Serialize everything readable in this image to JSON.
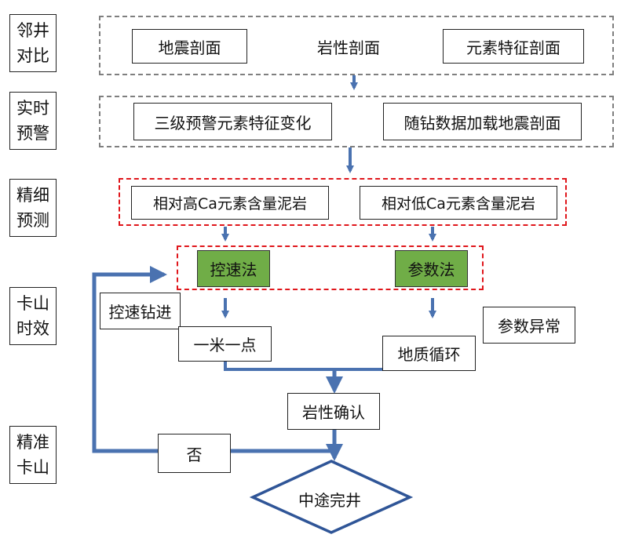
{
  "side_labels": [
    {
      "line1": "邻井",
      "line2": "对比"
    },
    {
      "line1": "实时",
      "line2": "预警"
    },
    {
      "line1": "精细",
      "line2": "预测"
    },
    {
      "line1": "卡山",
      "line2": "时效"
    },
    {
      "line1": "精准",
      "line2": "卡山"
    }
  ],
  "row1": [
    "地震剖面",
    "岩性剖面",
    "元素特征剖面"
  ],
  "row2": [
    "三级预警元素特征变化",
    "随钻数据加载地震剖面"
  ],
  "row3": [
    "相对高Ca元素含量泥岩",
    "相对低Ca元素含量泥岩"
  ],
  "row4": [
    "控速法",
    "参数法"
  ],
  "notes": {
    "left": "控速钻进",
    "right": "参数异常"
  },
  "row5": [
    "一米一点",
    "地质循环"
  ],
  "confirm": "岩性确认",
  "no_label": "否",
  "end": "中途完井",
  "colors": {
    "arrow": "#4a72b0",
    "green": "#70ad47",
    "red_dash": "#e0161b",
    "gray_dash": "#7f7f7f",
    "diamond": "#2f5597"
  }
}
